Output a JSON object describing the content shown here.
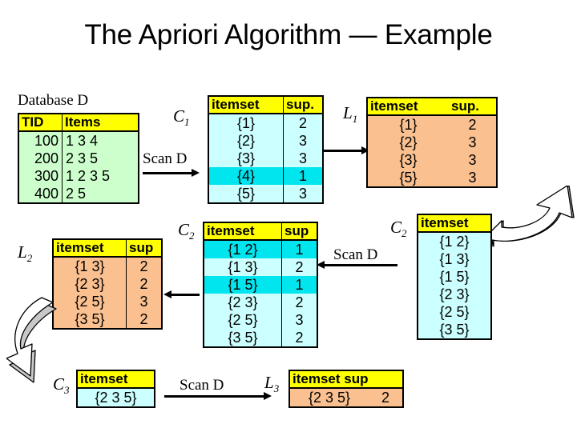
{
  "title": "The Apriori Algorithm — Example",
  "colors": {
    "header_yellow": "#ffff00",
    "db_body_green": "#ccffcc",
    "candidate_body_cyan": "#ccffff",
    "highlight_cyan": "#00e5ee",
    "frequent_body_orange": "#fac090",
    "arrow_gray": "#c0c0c0",
    "text_black": "#000000"
  },
  "database": {
    "caption": "Database D",
    "columns": [
      "TID",
      "Items"
    ],
    "rows": [
      {
        "tid": "100",
        "items": "1 3 4"
      },
      {
        "tid": "200",
        "items": "2 3 5"
      },
      {
        "tid": "300",
        "items": "1 2 3 5"
      },
      {
        "tid": "400",
        "items": "2 5"
      }
    ]
  },
  "scans": {
    "scan1": "Scan D",
    "scan2": "Scan D",
    "scan3": "Scan D"
  },
  "c1": {
    "label": "C",
    "sub": "1",
    "columns": [
      "itemset",
      "sup."
    ],
    "rows": [
      {
        "itemset": "{1}",
        "sup": "2",
        "pruned": false
      },
      {
        "itemset": "{2}",
        "sup": "3",
        "pruned": false
      },
      {
        "itemset": "{3}",
        "sup": "3",
        "pruned": false
      },
      {
        "itemset": "{4}",
        "sup": "1",
        "pruned": true
      },
      {
        "itemset": "{5}",
        "sup": "3",
        "pruned": false
      }
    ]
  },
  "l1": {
    "label": "L",
    "sub": "1",
    "columns": [
      "itemset",
      "sup."
    ],
    "rows": [
      {
        "itemset": "{1}",
        "sup": "2"
      },
      {
        "itemset": "{2}",
        "sup": "3"
      },
      {
        "itemset": "{3}",
        "sup": "3"
      },
      {
        "itemset": "{5}",
        "sup": "3"
      }
    ]
  },
  "c2_counted": {
    "label": "C",
    "sub": "2",
    "columns": [
      "itemset",
      "sup"
    ],
    "rows": [
      {
        "itemset": "{1 2}",
        "sup": "1",
        "pruned": true
      },
      {
        "itemset": "{1 3}",
        "sup": "2",
        "pruned": false
      },
      {
        "itemset": "{1 5}",
        "sup": "1",
        "pruned": true
      },
      {
        "itemset": "{2 3}",
        "sup": "2",
        "pruned": false
      },
      {
        "itemset": "{2 5}",
        "sup": "3",
        "pruned": false
      },
      {
        "itemset": "{3 5}",
        "sup": "2",
        "pruned": false
      }
    ]
  },
  "c2_candidates": {
    "label": "C",
    "sub": "2",
    "columns": [
      "itemset"
    ],
    "rows": [
      {
        "itemset": "{1 2}"
      },
      {
        "itemset": "{1 3}"
      },
      {
        "itemset": "{1 5}"
      },
      {
        "itemset": "{2 3}"
      },
      {
        "itemset": "{2 5}"
      },
      {
        "itemset": "{3 5}"
      }
    ]
  },
  "l2": {
    "label": "L",
    "sub": "2",
    "columns": [
      "itemset",
      "sup"
    ],
    "rows": [
      {
        "itemset": "{1 3}",
        "sup": "2"
      },
      {
        "itemset": "{2 3}",
        "sup": "2"
      },
      {
        "itemset": "{2 5}",
        "sup": "3"
      },
      {
        "itemset": "{3 5}",
        "sup": "2"
      }
    ]
  },
  "c3": {
    "label": "C",
    "sub": "3",
    "columns": [
      "itemset"
    ],
    "rows": [
      {
        "itemset": "{2 3 5}"
      }
    ]
  },
  "l3": {
    "label": "L",
    "sub": "3",
    "columns": [
      "itemset sup"
    ],
    "rows": [
      {
        "itemset": "{2 3 5}",
        "sup": "2"
      }
    ]
  }
}
